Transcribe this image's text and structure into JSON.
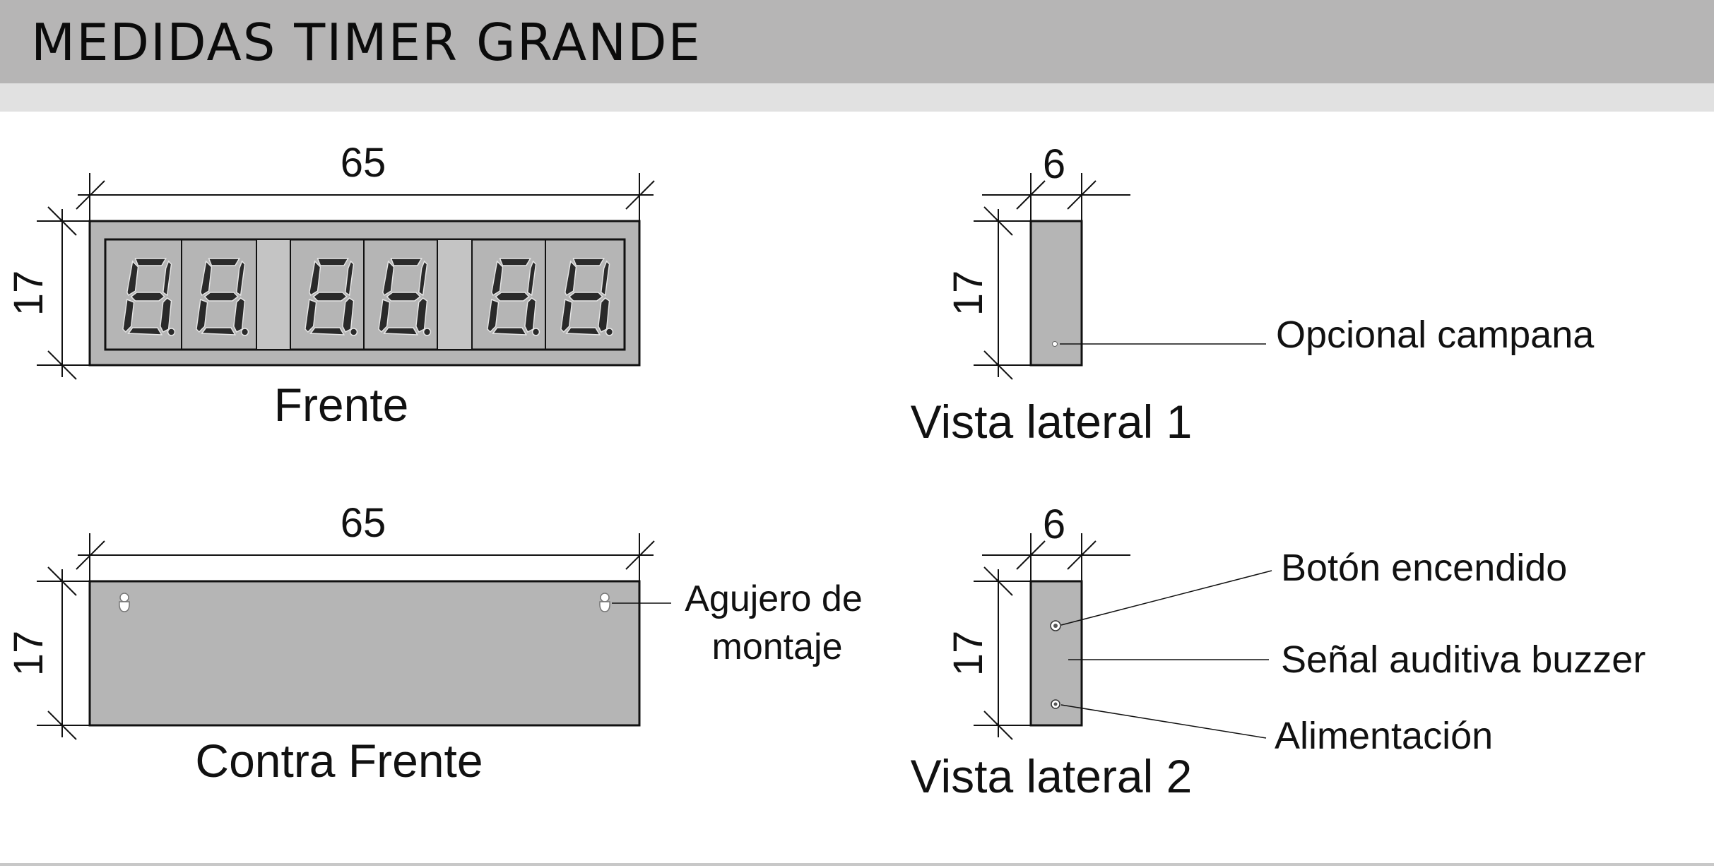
{
  "header": {
    "title": "MEDIDAS TIMER GRANDE"
  },
  "front": {
    "width_label": "65",
    "height_label": "17",
    "caption": "Frente",
    "display_digits": [
      "8.",
      "8.",
      "8.",
      "8.",
      "8.",
      "8."
    ]
  },
  "back": {
    "width_label": "65",
    "height_label": "17",
    "caption": "Contra Frente",
    "hole_label_line1": "Agujero de",
    "hole_label_line2": "montaje"
  },
  "side1": {
    "width_label": "6",
    "height_label": "17",
    "caption": "Vista lateral 1",
    "callout": "Opcional campana"
  },
  "side2": {
    "width_label": "6",
    "height_label": "17",
    "caption": "Vista lateral 2",
    "callout_button": "Botón encendido",
    "callout_buzzer": "Señal auditiva buzzer",
    "callout_power": "Alimentación"
  },
  "colors": {
    "header_band": "#b6b5b5",
    "sub_band": "#e1e1e1",
    "panel_fill": "#b5b5b5",
    "segment_fill": "#2a2a2a",
    "line": "#111111"
  }
}
